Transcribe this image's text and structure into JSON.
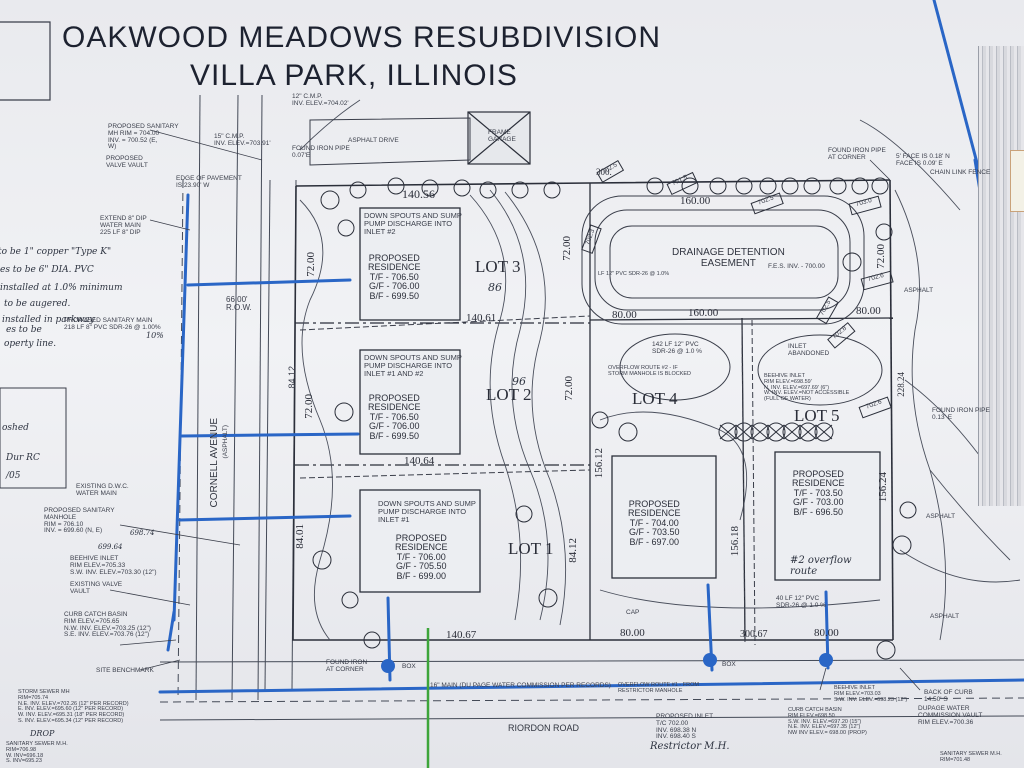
{
  "title": {
    "line1": "OAKWOOD MEADOWS RESUBDIVISION",
    "line2": "VILLA PARK, ILLINOIS"
  },
  "lots": [
    {
      "label": "LOT 3"
    },
    {
      "label": "LOT 2"
    },
    {
      "label": "LOT 1"
    },
    {
      "label": "LOT 4"
    },
    {
      "label": "LOT 5"
    }
  ],
  "residences": {
    "lot3": "PROPOSED\nRESIDENCE\nT/F - 706.50\nG/F - 706.00\nB/F - 699.50",
    "lot2": "PROPOSED\nRESIDENCE\nT/F - 706.50\nG/F - 706.00\nB/F - 699.50",
    "lot1": "PROPOSED\nRESIDENCE\nT/F - 706.00\nG/F - 705.50\nB/F - 699.00",
    "lot4": "PROPOSED\nRESIDENCE\nT/F - 704.00\nG/F - 703.50\nB/F - 697.00",
    "lot5": "PROPOSED\nRESIDENCE\nT/F - 703.50\nG/F - 703.00\nB/F - 696.50"
  },
  "downspouts": {
    "lot3": "DOWN SPOUTS AND SUMP\nPUMP DISCHARGE INTO\nINLET #2",
    "lot2": "DOWN SPOUTS AND SUMP\nPUMP DISCHARGE INTO\nINLET #1 AND #2",
    "lot1": "DOWN SPOUTS AND SUMP\nPUMP DISCHARGE INTO\nINLET #1"
  },
  "dimensions": {
    "d_140_56": "140.56",
    "d_140_61": "140.61",
    "d_140_64": "140.64",
    "d_140_67": "140.67",
    "d_160_00a": "160.00",
    "d_160_00b": "160.00",
    "d_80_00a": "80.00",
    "d_80_00b": "80.00",
    "d_80_00c": "80.00",
    "d_80_00d": "80.00",
    "d_300_top": "300.",
    "d_300_67": "300.67",
    "d_72_00a": "72.00",
    "d_72_00b": "72.00",
    "d_72_00c": "72.00",
    "d_72_00d": "72.00",
    "d_72_00e": "72.00",
    "d_84_12": "84.12",
    "d_84_01": "84.01",
    "d_84_12b": "84.12",
    "d_156_12": "156.12",
    "d_156_18": "156.18",
    "d_156_24": "156.24",
    "d_228_24": "228.24",
    "d_66_row": "66.00'\nR.O.W."
  },
  "streets": {
    "cornell": "CORNELL AVENUE",
    "cornell_sub": "(ASPHALT)",
    "riordon": "RIORDON ROAD",
    "main": "16\" MAIN (DU PAGE WATER COMMISSION PER RECORDS)"
  },
  "features": {
    "drainage": "DRAINAGE DETENTION\nEASEMENT",
    "garage": "FRAME\nGARAGE",
    "asphalt_drive": "ASPHALT DRIVE",
    "found_iron_pipe_top": "FOUND IRON PIPE\n0.07'E",
    "found_iron_pipe_corner": "FOUND IRON PIPE\nAT CORNER",
    "found_iron_pipe_right": "FOUND IRON PIPE\n0.13' E",
    "found_iron_bottom": "FOUND IRON\nAT CORNER",
    "chain_link": "CHAIN LINK FENCE",
    "asphalt_r1": "ASPHALT",
    "asphalt_r2": "ASPHALT",
    "asphalt_r3": "ASPHALT",
    "fes": "F.E.S. INV. - 700.00",
    "inlet_aband": "INLET\nABANDONED",
    "beehive_inlet": "BEEHIVE INLET\nRIM ELEV.=698.59'\nN. INV. ELEV.=697.69' (6\")\nW. INV. ELEV.=NOT ACCESSIBLE\n(FULL OF WATER)",
    "overflow_route2": "OVERFLOW ROUTE #2 - IF\nSTORM MANHOLE IS BLOCKED",
    "pipe_142": "142 LF 12\" PVC\nSDR-26 @ 1.0 %",
    "pipe_cap": "CAP",
    "box1": "BOX",
    "box2": "BOX",
    "site_bench": "SITE BENCHMARK",
    "back_curb": "BACK OF CURB\n14.50' S",
    "dupage_vault": "DUPAGE WATER\nCOMMISSION VAULT\nRIM ELEV.=700.36",
    "cmp_12": "12\" C.M.P.\nINV. ELEV.=704.02'",
    "cmp_15": "15\" C.M.P.\nINV. ELEV.=703.91'",
    "edge_pave": "EDGE OF PAVEMENT\nIS 23.90' W",
    "curb_corner": "5' FACE IS 0.18' N\nFACE IS 0.09' E",
    "valve_vault": "PROPOSED\nVALVE VAULT",
    "extend_dip": "EXTEND 8\" DIP\nWATER MAIN\n225 LF 8\" DIP",
    "prop_sanitary": "PROPOSED SANITARY\nMH RIM = 704.00\nINV. = 700.52 (E,\nW)",
    "prop_sanitary_main": "PROPOSED SANITARY MAIN\n218 LF 8\" PVC SDR-26 @ 1.00%",
    "exist_dwc": "EXISTING D.W.C.\nWATER MAIN",
    "prop_sanitary_mh": "PROPOSED SANITARY\nMANHOLE\nRIM = 706.10\nINV. = 699.60 (N, E)",
    "beehive_left": "BEEHIVE INLET\nRIM ELEV.=705.33\nS.W. INV. ELEV.=703.30 (12\")",
    "exist_valve": "EXISTING VALVE\nVAULT",
    "curb_catch": "CURB CATCH BASIN\nRIM ELEV.=705.65\nN.W. INV. ELEV.=703.25 (12\")\nS.E. INV. ELEV.=703.76 (12\")",
    "storm_sewer": "STORM SEWER MH\nRIM=705.74\nN.E. INV. ELEV.=702.26 (12\" PER RECORD)\nE. INV. ELEV.=695.60 (12\" PER RECORD)\nW. INV. ELEV.=695.31 (18\" PER RECORD)\nS. INV. ELEV.=695.34 (12\" PER RECORD)",
    "sanitary_sewer_left": "SANITARY SEWER M.H.\nRIM=706.98\nW. INV=696.18\nS. INV=695.23",
    "overflow_route1": "OVERFLOW ROUTE #1 - FROM\nRESTRICTOR MANHOLE",
    "prop_inlet": "PROPOSED INLET\nT/C 702.00\nINV. 698.38 N\nINV. 698.40 S",
    "curb_catch_right": "CURB CATCH BASIN\nRIM ELEV.=698.50\nS.W. INV. ELEV.=697.20 (15\")\nN.E. INV. ELEV.=697.35 (12\")\nNW INV ELEV.= 698.00 (PROP)",
    "beehive_right": "BEEHIVE INLET\nRIM ELEV.=703.03\nS.W. INV. ELEV.=698.23 (12\")",
    "sanitary_right": "SANITARY SEWER M.H.\nRIM=701.48",
    "pipe_right": "40 LF 12\" PVC\nSDR-26 @ 1.0 %",
    "lf_small": "LF 12\" PVC SDR-26 @ 1.0%"
  },
  "spot_tags": [
    "701.5",
    "702.3",
    "702.5",
    "703.0",
    "702.6",
    "702.8",
    "702.6",
    "702.5",
    "702.5"
  ],
  "handwritten": {
    "copper": "to be 1\" copper \"Type K\"",
    "pvc": "es to be 6\" DIA. PVC",
    "installed": "installed at 1.0% minimum",
    "augered": "to be augered.",
    "parkway": "installed in parkway",
    "lot_line": "es to be",
    "property": "operty line.",
    "lot3_num": "86",
    "lot2_num": "96",
    "overflow_note": "#2 overflow\nroute",
    "road_note": "Restrictor M.H.",
    "shed": "oshed",
    "rc": "Dur RC",
    "num105": "/05",
    "drop": "DROP",
    "elev_698": "698.74",
    "elev_699": "699.64",
    "slope": "10%"
  }
}
